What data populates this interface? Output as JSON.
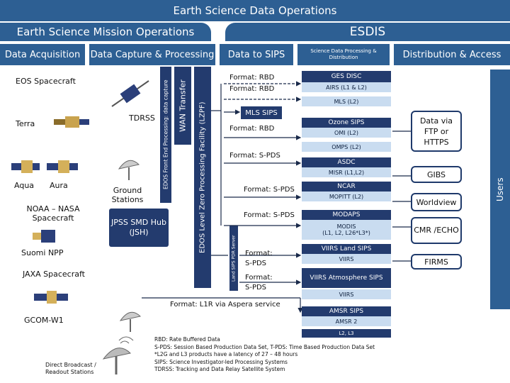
{
  "title": "Earth Science Data Operations",
  "sections": {
    "mission_ops": "Earth Science Mission Operations",
    "esdis": "ESDIS"
  },
  "columns": {
    "acquisition": "Data Acquisition",
    "capture": "Data Capture & Processing",
    "to_sips": "Data to SIPS",
    "sips_processing": "Science Data Processing & Distribution",
    "distribution": "Distribution & Access"
  },
  "acquisition": {
    "eos_spacecraft": "EOS Spacecraft",
    "terra": "Terra",
    "aqua": "Aqua",
    "aura": "Aura",
    "noaa_nasa": "NOAA – NASA Spacecraft",
    "suomi": "Suomi NPP",
    "jaxa": "JAXA Spacecraft",
    "gcom": "GCOM-W1",
    "direct_broadcast": "Direct Broadcast / Readout Stations"
  },
  "capture": {
    "tdrss": "TDRSS",
    "ground_stations": "Ground Stations",
    "jpss_hub": "JPSS SMD Hub (JSH)",
    "edos_front_end": "EDOS Front End Processing: data capture",
    "wan_transfer": "WAN Transfer",
    "edos_lzpf": "EDOS Level Zero Processing Facility (LZPF)",
    "land_sips_pdr": "Land SIPS PDR Server"
  },
  "formats": {
    "f1": "Format: RBD",
    "f2": "Format: RBD",
    "mls_sips": "MLS SIPS",
    "f3": "Format: RBD",
    "f4": "Format: S-PDS",
    "f5": "Format: S-PDS",
    "f6": "Format: S-PDS",
    "f7a": "Format:",
    "f7b": "S-PDS",
    "f8a": "Format:",
    "f8b": "S-PDS",
    "l1r": "Format: L1R via Aspera service"
  },
  "sips": {
    "ges_disc": "GES DISC",
    "airs": "AIRS  (L1 & L2)",
    "mls": "MLS  (L2)",
    "ozone_sips": "Ozone SIPS",
    "omi": "OMI  (L2)",
    "omps": "OMPS (L2)",
    "asdc": "ASDC",
    "misr": "MISR  (L1,L2)",
    "ncar": "NCAR",
    "mopitt": "MOPITT  (L2)",
    "modaps": "MODAPS",
    "modis": "MODIS",
    "modis_levels": "(L1, L2, L26*L3*)",
    "viirs_land_sips": "VIIRS Land SIPS",
    "viirs_1": "VIIRS",
    "viirs_atm_sips": "VIIRS Atmosphere SIPS",
    "viirs_2": "VIIRS",
    "amsr_sips": "AMSR SIPS",
    "amsr2": "AMSR 2",
    "amsr2_levels": "L2, L3"
  },
  "distribution": {
    "ftp": "Data via FTP or HTTPS",
    "gibs": "GIBS",
    "worldview": "Worldview",
    "cmr": "CMR /ECHO",
    "firms": "FIRMS",
    "users": "Users"
  },
  "legend": [
    "RBD: Rate Buffered Data",
    "S-PDS: Session Based Production Data Set, T-PDS: Time Based Production Data Set",
    "*L2G and L3 products have a latency of 27 – 48 hours",
    "SIPS: Science Investigator-led Processing Systems",
    "TDRSS: Tracking and Data Relay Satellite System"
  ]
}
